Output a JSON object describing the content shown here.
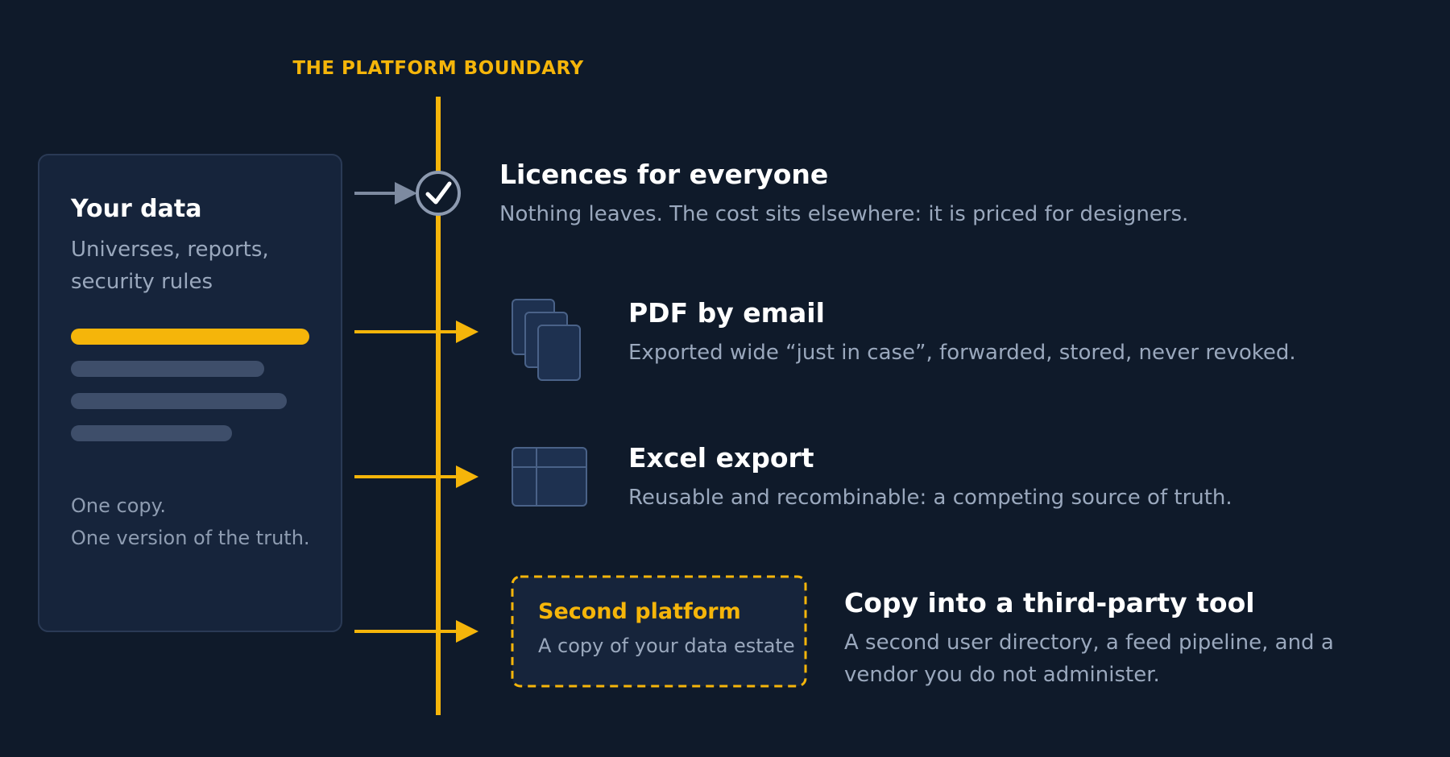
{
  "boundary": {
    "label": "THE PLATFORM BOUNDARY"
  },
  "data_card": {
    "title": "Your data",
    "subtitle_lines": [
      "Universes, reports,",
      "security rules"
    ],
    "footer_lines": [
      "One copy.",
      "One version of the truth."
    ]
  },
  "rows": [
    {
      "title": "Licences for everyone",
      "description_lines": [
        "Nothing leaves. The cost sits elsewhere: it is priced for designers."
      ],
      "icon": "check-circle-icon"
    },
    {
      "title": "PDF by email",
      "description_lines": [
        "Exported wide “just in case”, forwarded, stored, never revoked."
      ],
      "icon": "stacked-documents-icon"
    },
    {
      "title": "Excel export",
      "description_lines": [
        "Reusable and recombinable: a competing source of truth."
      ],
      "icon": "spreadsheet-icon"
    },
    {
      "title": "Copy into a third-party tool",
      "description_lines": [
        "A second user directory, a feed pipeline, and a",
        "vendor you do not administer."
      ],
      "icon": "second-platform-box"
    }
  ],
  "second_platform": {
    "title": "Second platform",
    "subtitle": "A copy of your data estate"
  },
  "colors": {
    "background": "#0f1a2a",
    "accent": "#f5b50a",
    "card": "#16243b",
    "card_border": "#2a3a55",
    "muted_bar": "#3e4e6a",
    "neutral_arrow": "#7d8aa0",
    "icon_fill": "#1e3150",
    "icon_stroke": "#4a6288"
  }
}
